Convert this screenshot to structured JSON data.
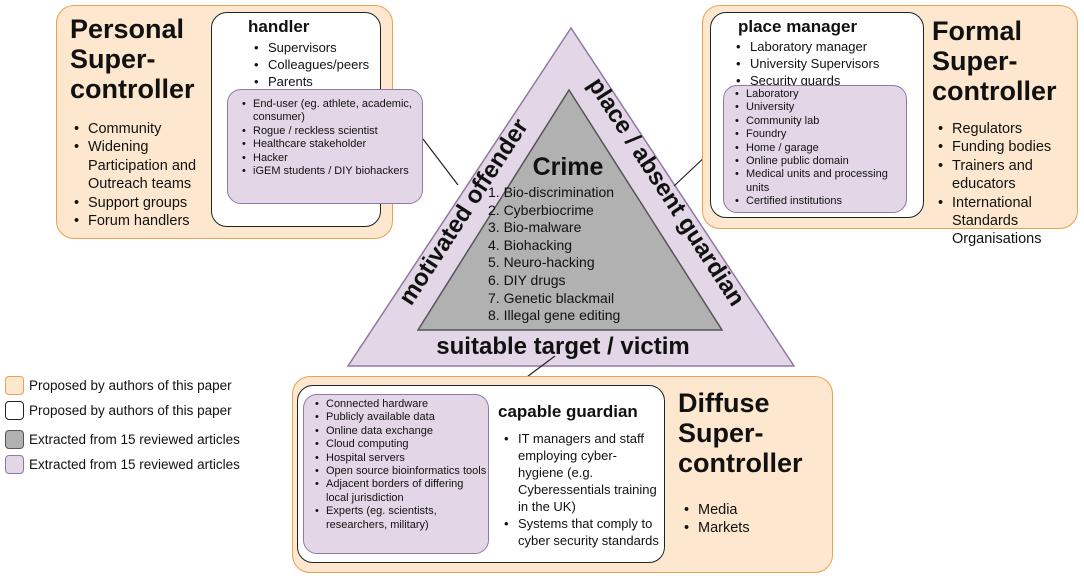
{
  "triangle": {
    "colors": {
      "outer": "#e3d6e6",
      "inner": "#b1b1b1",
      "stroke": "#8f79a3"
    },
    "left_label": "motivated offender",
    "right_label": "place / absent guardian",
    "bottom_label": "suitable target / victim",
    "crime_title": "Crime",
    "crimes": [
      "1. Bio-discrimination",
      "2. Cyberbiocrime",
      "3. Bio-malware",
      "4. Biohacking",
      "5. Neuro-hacking",
      "6. DIY drugs",
      "7. Genetic blackmail",
      "8. Illegal gene editing"
    ]
  },
  "personal": {
    "title_lines": [
      "Personal",
      "Super-",
      "controller"
    ],
    "items": [
      "Community",
      "Widening Participation and Outreach teams",
      "Support groups",
      "Forum handlers"
    ],
    "handler_title": "handler",
    "handler_items": [
      "Supervisors",
      "Colleagues/peers",
      "Parents"
    ],
    "offender_items": [
      "End-user (eg. athlete, academic, consumer)",
      "Rogue / reckless scientist",
      "Healthcare stakeholder",
      "Hacker",
      "iGEM students / DIY biohackers"
    ]
  },
  "formal": {
    "title_lines": [
      "Formal",
      "Super-",
      "controller"
    ],
    "items": [
      "Regulators",
      "Funding bodies",
      "Trainers and educators",
      "International Standards Organisations"
    ],
    "manager_title": "place manager",
    "manager_items": [
      "Laboratory manager",
      "University Supervisors",
      "Security guards"
    ],
    "place_items": [
      "Laboratory",
      "University",
      "Community lab",
      "Foundry",
      "Home / garage",
      "Online public domain",
      "Medical units and processing units",
      "Certified institutions"
    ]
  },
  "diffuse": {
    "title_lines": [
      "Diffuse",
      "Super-",
      "controller"
    ],
    "items": [
      "Media",
      "Markets"
    ],
    "guardian_title": "capable guardian",
    "guardian_items": [
      "IT managers and  staff employing cyber-hygiene (e.g. Cyberessentials training in the UK)",
      "Systems that comply to cyber security standards"
    ],
    "target_items": [
      "Connected hardware",
      "Publicly available data",
      "Online data exchange",
      "Cloud computing",
      "Hospital servers",
      "Open source bioinformatics tools",
      "Adjacent borders of differing local jurisdiction",
      "Experts (eg. scientists, researchers, military)"
    ]
  },
  "legend": [
    {
      "color": "#fde7cf",
      "border": "#e8a253",
      "text": "Proposed by authors of this paper"
    },
    {
      "color": "#ffffff",
      "border": "#222222",
      "text": "Proposed by authors of this paper"
    },
    {
      "color": "#b1b1b1",
      "border": "#555555",
      "text": "Extracted from 15 reviewed articles"
    },
    {
      "color": "#e3d6e6",
      "border": "#8f79a3",
      "text": "Extracted from 15 reviewed articles"
    }
  ]
}
